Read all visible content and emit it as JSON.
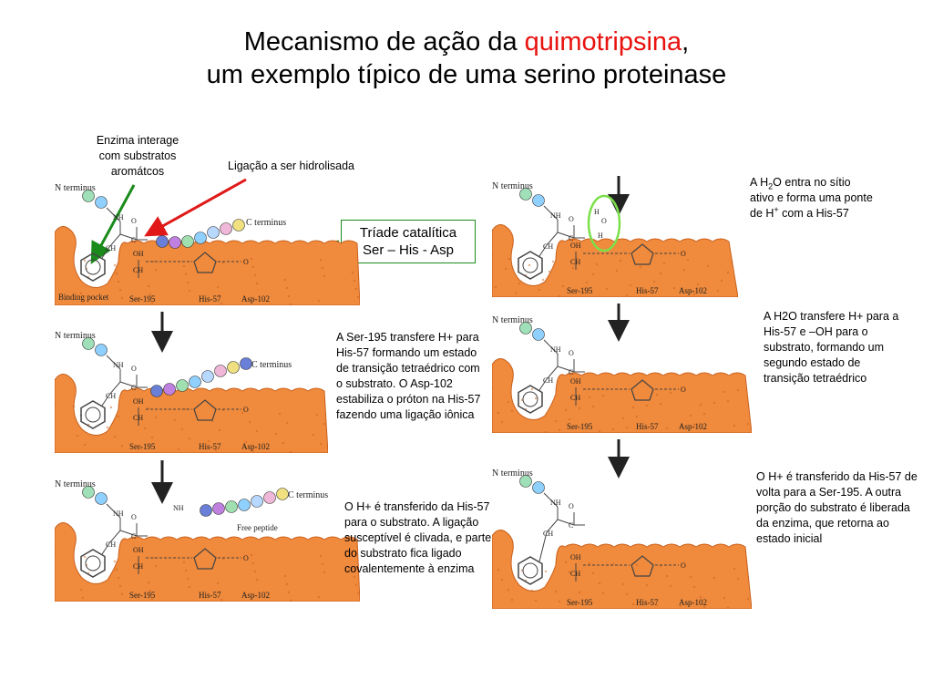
{
  "title": {
    "line1_prefix": "Mecanismo de ação da ",
    "line1_accent": "quimotripsina",
    "line1_suffix": ",",
    "line2": "um exemplo típico de uma serino proteinase",
    "accent_color": "#e8120e"
  },
  "callouts": {
    "enzyme_interacts": "Enzima interage com substratos aromátcos",
    "bond": "Ligação a ser hidrolisada",
    "triad_line1": "Tríade catalítica",
    "triad_line2": "Ser – His - Asp"
  },
  "labels": {
    "n_terminus": "N terminus",
    "c_terminus": "C terminus",
    "binding_pocket": "Binding pocket",
    "ser": "Ser-195",
    "his": "His-57",
    "asp": "Asp-102",
    "free_peptide": "Free peptide",
    "nh2": "NH",
    "oh": "OH",
    "ch2": "CH",
    "nh": "NH"
  },
  "notes": {
    "step2": "A Ser-195 transfere H+ para His-57 formando um estado de transição tetraédrico com o substrato. O Asp-102 estabiliza o próton na His-57 fazendo uma ligação iônica",
    "step3": "O H+ é transferido da His-57 para o substrato. A ligação susceptível é clivada, e parte do substrato fica ligado covalentemente à enzima",
    "step4_prefix": "A H",
    "step4_sub": "2",
    "step4_rest": "O entra no sítio ativo e  forma uma ponte de H",
    "step4_sup": "+",
    "step4_end": " com a His-57",
    "step5": "A H2O transfere H+ para a His-57 e –OH para o substrato, formando um segundo estado de transição tetraédrico",
    "step6": "O H+ é transferido da His-57 de volta para a Ser-195. A outra porção do substrato é liberada da enzima, que retorna ao estado inicial"
  },
  "colors": {
    "enzyme": "#f08a3c",
    "enzyme_dark": "#c9601c",
    "arrow_green": "#1a8a1a",
    "arrow_red": "#e01818",
    "circle_green": "#7be04a",
    "beads": [
      "#9fe0b8",
      "#8fd0ff",
      "#6a7fd8",
      "#c080e0",
      "#a0e0b0",
      "#8fd0ff",
      "#b8d8ff",
      "#f0b8d8",
      "#f0e080"
    ]
  }
}
